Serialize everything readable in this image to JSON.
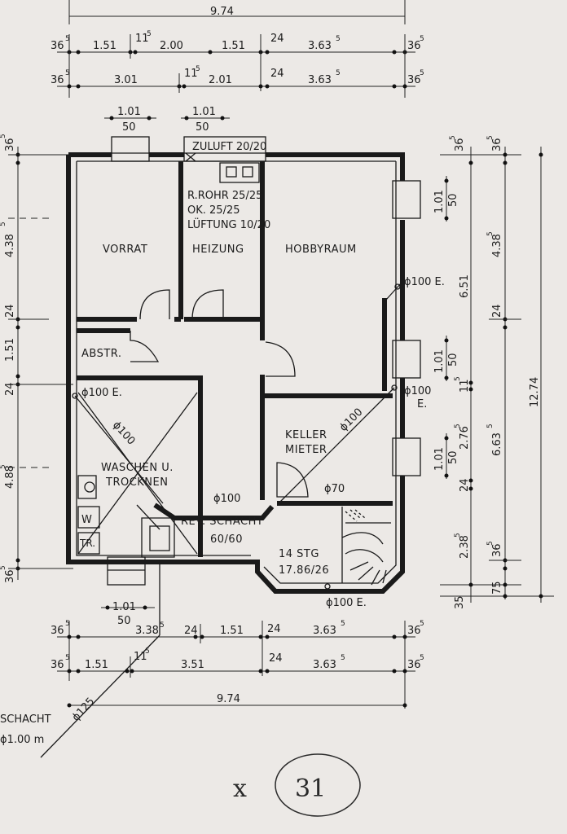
{
  "rooms": {
    "vorrat": "VORRAT",
    "heizung": "HEIZUNG",
    "hobbyraum": "HOBBYRAUM",
    "abstr": "ABSTR.",
    "waschen1": "WASCHEN U.",
    "waschen2": "TROCKNEN",
    "keller1": "KELLER",
    "keller2": "MIETER",
    "rev_schacht": "REV. SCHACHT",
    "rev_schacht_size": "60/60",
    "stairs1": "14 STG",
    "stairs2": "17.86/26",
    "w": "W",
    "tr": "TR."
  },
  "notes": {
    "zuluft": "ZULUFT 20/20",
    "rohr1": "R.ROHR 25/25",
    "rohr2": "OK. 25/25",
    "rohr3": "LÜFTUNG 10/20",
    "d100_hobby": "ϕ100 E.",
    "d100_right": "ϕ100",
    "e_right": "E.",
    "d100_wasch": "ϕ100 E.",
    "d100_diag1": "ϕ100",
    "d100_diag2": "ϕ100",
    "d100_center": "ϕ100",
    "d70": "ϕ70",
    "d100_bottom": "ϕ100 E.",
    "d125": "ϕ125",
    "schacht": "SCHACHT",
    "schacht_d": "ϕ1.00 m",
    "page_x": "x",
    "page_num": "31"
  },
  "dims_top": {
    "total": "9.74",
    "r1": {
      "a": "36",
      "as": "5",
      "b": "1.51",
      "c": "11",
      "cs": "5",
      "d": "2.00",
      "e": "1.51",
      "f": "24",
      "g": "3.63",
      "gs": "5",
      "h": "36",
      "hs": "5"
    },
    "r2": {
      "a": "36",
      "as": "5",
      "b": "3.01",
      "c": "11",
      "cs": "5",
      "d": "2.01",
      "f": "24",
      "g": "3.63",
      "gs": "5",
      "h": "36",
      "hs": "5"
    },
    "win1_top": "1.01",
    "win1_bot": "50",
    "win2_top": "1.01",
    "win2_bot": "50"
  },
  "dims_bottom": {
    "r1": {
      "a": "36",
      "as": "5",
      "b": "3.38",
      "bs": "5",
      "c": "24",
      "d": "1.51",
      "e": "24",
      "g": "3.63",
      "gs": "5",
      "h": "36",
      "hs": "5"
    },
    "r2": {
      "a": "36",
      "as": "5",
      "b": "1.51",
      "c": "11",
      "cs": "5",
      "d": "3.51",
      "e": "24",
      "g": "3.63",
      "gs": "5",
      "h": "36",
      "hs": "5"
    },
    "total": "9.74",
    "win_top": "1.01",
    "win_bot": "50"
  },
  "dims_left": {
    "a": "36",
    "as": "5",
    "b": "4.38",
    "bs": "5",
    "c": "24",
    "d": "1.51",
    "e": "24",
    "f": "4.88",
    "fs": "5",
    "g": "36",
    "gs": "5"
  },
  "dims_right": {
    "win1_a": "1.01",
    "win1_b": "50",
    "win2_a": "1.01",
    "win2_b": "50",
    "win3_a": "1.01",
    "win3_b": "50",
    "c1": {
      "a": "6.51",
      "b": "11",
      "bs": "5",
      "c": "2.76",
      "cs": "5",
      "d": "24",
      "e": "2.38",
      "es": "5",
      "f": "36",
      "fs": "5"
    },
    "c2": {
      "a": "36",
      "as": "5",
      "b": "4.38",
      "bs": "5",
      "c": "24",
      "d": "6.63",
      "ds": "5",
      "e": "36",
      "es": "5",
      "f": "75",
      "g": "35"
    },
    "total": "12.74"
  }
}
